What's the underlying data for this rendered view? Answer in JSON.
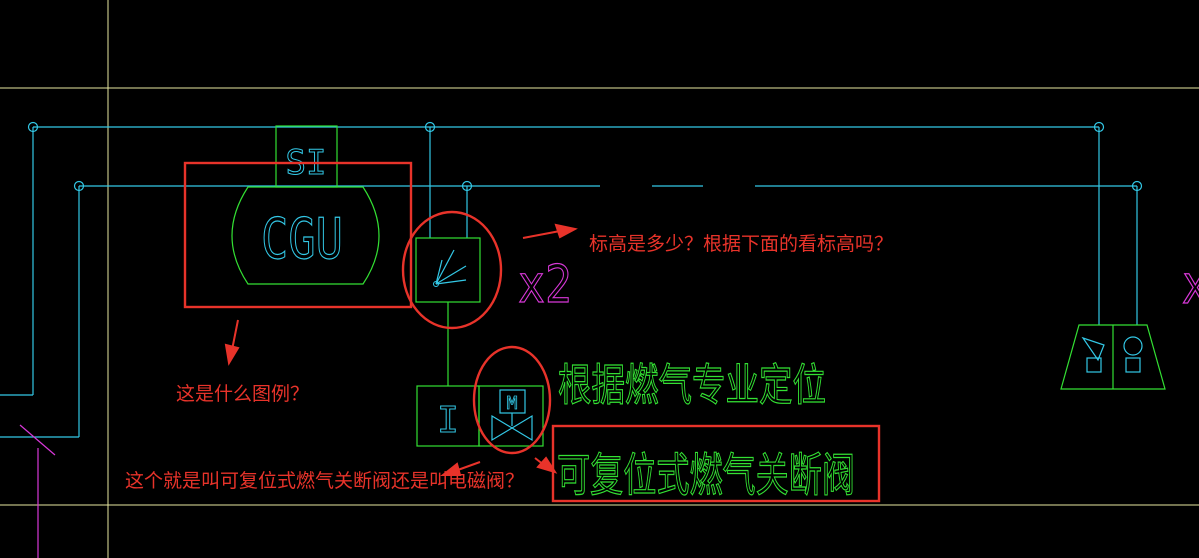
{
  "labels": {
    "si": "SI",
    "cgu": "CGU",
    "x2": "x2",
    "right_edge_x": "X",
    "valve_m": "M",
    "line_i": "I"
  },
  "annotations": {
    "q_elevation": "标高是多少？根据下面的看标高吗？",
    "q_legend": "这是什么图例？",
    "q_valve": "这个就是叫可复位式燃气关断阀还是叫电磁阀？",
    "gas_positioning": "根据燃气专业定位",
    "reset_shutoff_valve": "可复位式燃气关断阀"
  },
  "colors": {
    "background": "#000000",
    "cyan": "#33c8e6",
    "green": "#33e033",
    "magenta": "#d838d8",
    "red": "#e8332a",
    "frame": "#e8e8a0"
  },
  "icons": {
    "arrow": "red-arrow-icon",
    "flow_meter": "flow-meter-icon",
    "solenoid_valve": "motorized-valve-icon",
    "burner": "gas-burner-icon"
  }
}
